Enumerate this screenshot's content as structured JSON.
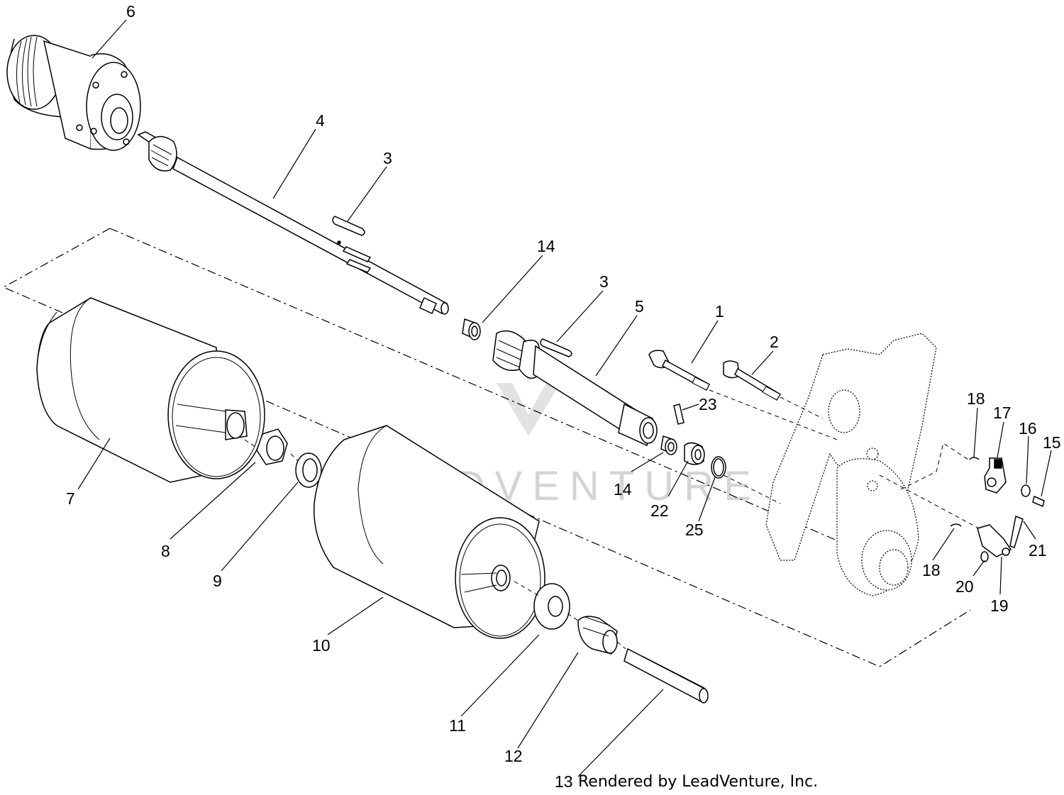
{
  "diagram": {
    "callouts": [
      {
        "id": "c6",
        "text": "6"
      },
      {
        "id": "c4",
        "text": "4"
      },
      {
        "id": "c3a",
        "text": "3"
      },
      {
        "id": "c14a",
        "text": "14"
      },
      {
        "id": "c3b",
        "text": "3"
      },
      {
        "id": "c5",
        "text": "5"
      },
      {
        "id": "c1",
        "text": "1"
      },
      {
        "id": "c2",
        "text": "2"
      },
      {
        "id": "c23",
        "text": "23"
      },
      {
        "id": "c18a",
        "text": "18"
      },
      {
        "id": "c17",
        "text": "17"
      },
      {
        "id": "c16",
        "text": "16"
      },
      {
        "id": "c15",
        "text": "15"
      },
      {
        "id": "c14b",
        "text": "14"
      },
      {
        "id": "c22",
        "text": "22"
      },
      {
        "id": "c25",
        "text": "25"
      },
      {
        "id": "c7",
        "text": "7"
      },
      {
        "id": "c8",
        "text": "8"
      },
      {
        "id": "c9",
        "text": "9"
      },
      {
        "id": "c10",
        "text": "10"
      },
      {
        "id": "c11",
        "text": "11"
      },
      {
        "id": "c12",
        "text": "12"
      },
      {
        "id": "c13",
        "text": "13"
      },
      {
        "id": "c18b",
        "text": "18"
      },
      {
        "id": "c20",
        "text": "20"
      },
      {
        "id": "c19",
        "text": "19"
      },
      {
        "id": "c21",
        "text": "21"
      }
    ],
    "credit": "Rendered by LeadVenture, Inc.",
    "watermark": "LEADVENTURE",
    "colors": {
      "line": "#000000",
      "watermark": "#d4d4d4",
      "background": "#ffffff"
    }
  }
}
